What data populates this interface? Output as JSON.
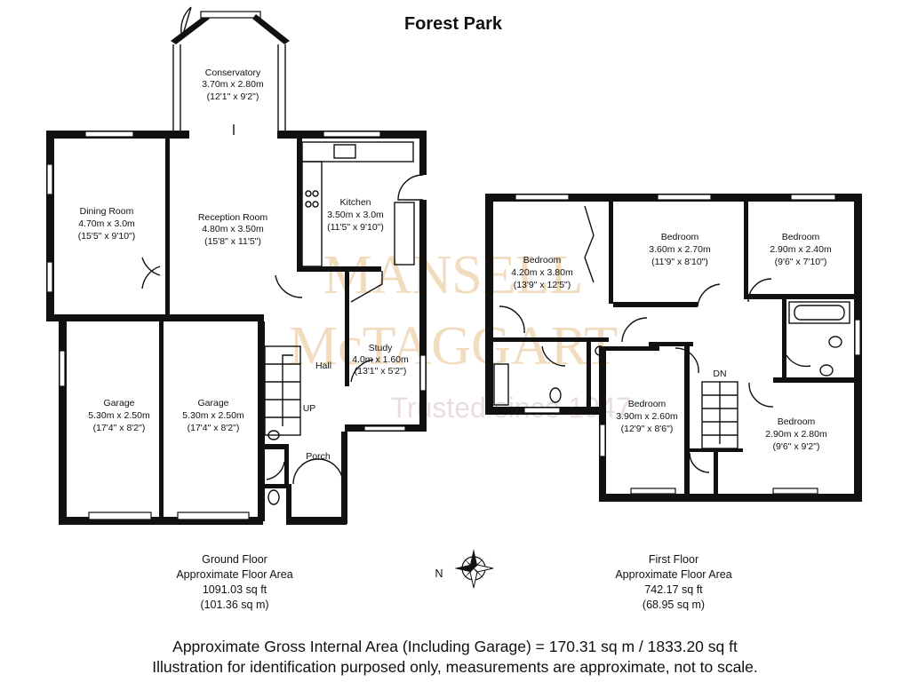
{
  "title": "Forest Park",
  "watermark": {
    "line1": "MANSELL",
    "line2": "McTAGGART",
    "line3": "Trusted since 1947"
  },
  "ground_floor": {
    "rooms": {
      "conservatory": {
        "name": "Conservatory",
        "metric": "3.70m x 2.80m",
        "imperial": "(12'1\" x 9'2\")"
      },
      "dining": {
        "name": "Dining Room",
        "metric": "4.70m x 3.0m",
        "imperial": "(15'5\" x 9'10\")"
      },
      "reception": {
        "name": "Reception Room",
        "metric": "4.80m x 3.50m",
        "imperial": "(15'8\" x 11'5\")"
      },
      "kitchen": {
        "name": "Kitchen",
        "metric": "3.50m x 3.0m",
        "imperial": "(11'5\" x 9'10\")"
      },
      "study": {
        "name": "Study",
        "metric": "4.0m x 1.60m",
        "imperial": "(13'1\" x 5'2\")"
      },
      "garage1": {
        "name": "Garage",
        "metric": "5.30m x 2.50m",
        "imperial": "(17'4\" x 8'2\")"
      },
      "garage2": {
        "name": "Garage",
        "metric": "5.30m x 2.50m",
        "imperial": "(17'4\" x 8'2\")"
      },
      "hall": {
        "name": "Hall"
      },
      "up": {
        "name": "UP"
      },
      "porch": {
        "name": "Porch"
      }
    },
    "area": {
      "line1": "Ground Floor",
      "line2": "Approximate Floor Area",
      "line3": "1091.03 sq ft",
      "line4": "(101.36 sq m)"
    }
  },
  "first_floor": {
    "rooms": {
      "bed1": {
        "name": "Bedroom",
        "metric": "4.20m x 3.80m",
        "imperial": "(13'9\" x 12'5\")"
      },
      "bed2": {
        "name": "Bedroom",
        "metric": "3.60m x 2.70m",
        "imperial": "(11'9\" x 8'10\")"
      },
      "bed3": {
        "name": "Bedroom",
        "metric": "2.90m x 2.40m",
        "imperial": "(9'6\" x 7'10\")"
      },
      "bed4": {
        "name": "Bedroom",
        "metric": "3.90m x 2.60m",
        "imperial": "(12'9\" x 8'6\")"
      },
      "bed5": {
        "name": "Bedroom",
        "metric": "2.90m x 2.80m",
        "imperial": "(9'6\" x 9'2\")"
      },
      "dn": {
        "name": "DN"
      }
    },
    "area": {
      "line1": "First Floor",
      "line2": "Approximate Floor Area",
      "line3": "742.17 sq ft",
      "line4": "(68.95 sq m)"
    }
  },
  "compass": {
    "north": "N"
  },
  "footer": {
    "line1": "Approximate Gross Internal Area (Including Garage) = 170.31 sq m / 1833.20 sq ft",
    "line2": "Illustration for identification purposed only, measurements are approximate, not to scale."
  }
}
